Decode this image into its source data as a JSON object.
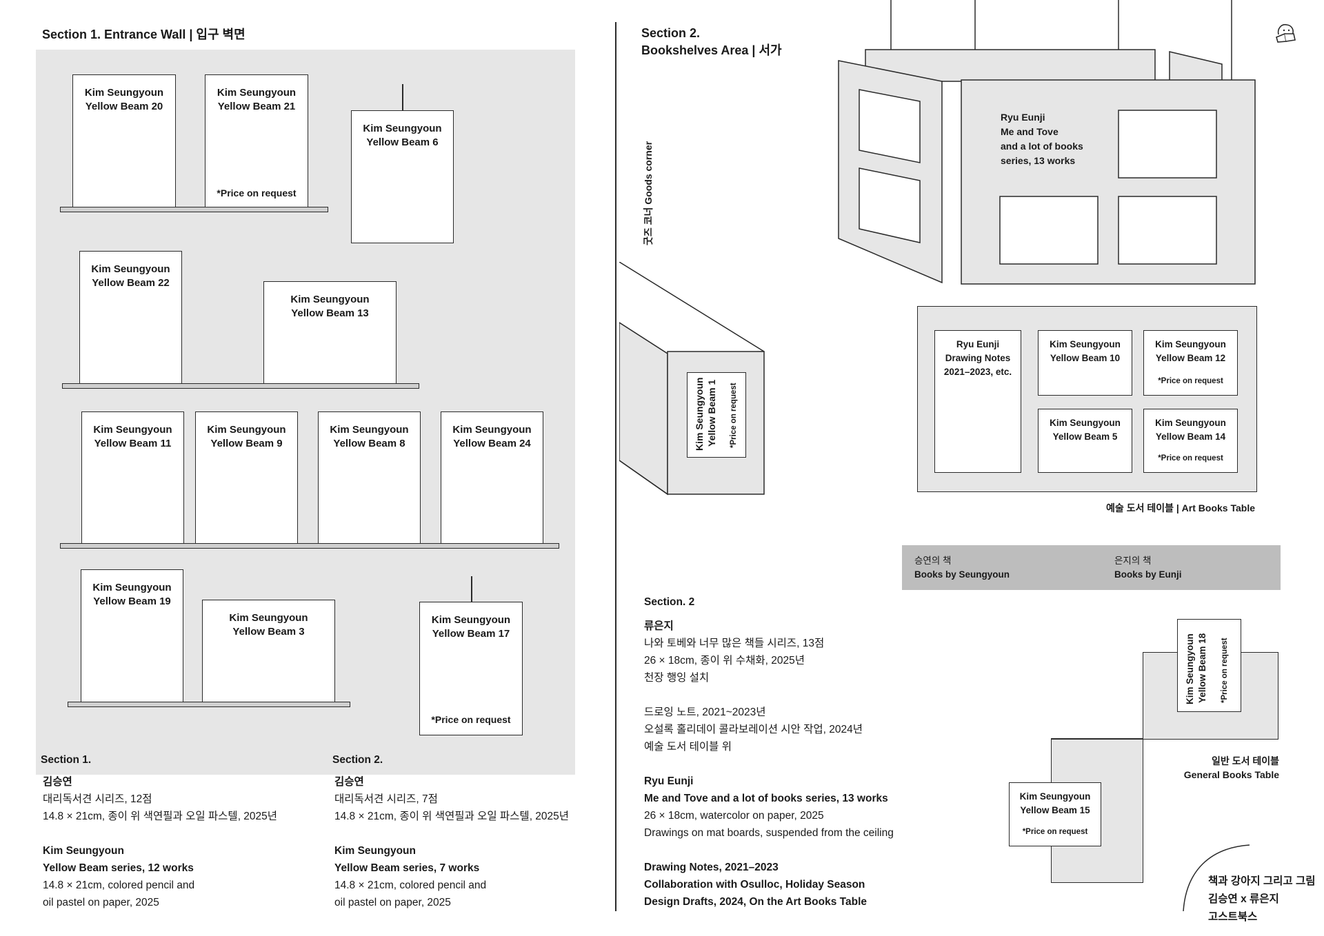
{
  "section1": {
    "heading": "Section 1. Entrance Wall | 입구 벽면",
    "works": [
      {
        "artist": "Kim Seungyoun",
        "title": "Yellow Beam 20"
      },
      {
        "artist": "Kim Seungyoun",
        "title": "Yellow Beam 21",
        "price": "*Price on request"
      },
      {
        "artist": "Kim Seungyoun",
        "title": "Yellow Beam 6"
      },
      {
        "artist": "Kim Seungyoun",
        "title": "Yellow Beam 22"
      },
      {
        "artist": "Kim Seungyoun",
        "title": "Yellow Beam 13"
      },
      {
        "artist": "Kim Seungyoun",
        "title": "Yellow Beam 11"
      },
      {
        "artist": "Kim Seungyoun",
        "title": "Yellow Beam 9"
      },
      {
        "artist": "Kim Seungyoun",
        "title": "Yellow Beam 8"
      },
      {
        "artist": "Kim Seungyoun",
        "title": "Yellow Beam 24"
      },
      {
        "artist": "Kim Seungyoun",
        "title": "Yellow Beam 19"
      },
      {
        "artist": "Kim Seungyoun",
        "title": "Yellow Beam 3"
      },
      {
        "artist": "Kim Seungyoun",
        "title": "Yellow Beam 17",
        "price": "*Price on request"
      }
    ],
    "caption1": {
      "heading": "Section 1.",
      "lines": [
        "김승연",
        "대리독서견 시리즈, 12점",
        "14.8 × 21cm, 종이 위 색연필과 오일 파스텔, 2025년",
        "",
        "Kim Seungyoun",
        "Yellow Beam series, 12 works",
        "14.8 × 21cm, colored pencil and",
        "oil pastel on paper, 2025"
      ]
    },
    "caption2": {
      "heading": "Section 2.",
      "lines": [
        "김승연",
        "대리독서견 시리즈, 7점",
        "14.8 × 21cm, 종이 위 색연필과 오일 파스텔, 2025년",
        "",
        "Kim Seungyoun",
        "Yellow Beam series, 7 works",
        "14.8 × 21cm, colored pencil and",
        "oil pastel on paper, 2025"
      ]
    }
  },
  "section2": {
    "heading_line1": "Section 2.",
    "heading_line2": "Bookshelves Area | 서가",
    "goods_corner": "굿즈 코너 Goods corner",
    "hanging_work": {
      "line1": "Ryu Eunji",
      "line2": "Me and Tove",
      "line3": "and a lot of books",
      "line4": "series, 13 works"
    },
    "yellow_beam_1": {
      "artist": "Kim Seungyoun",
      "title": "Yellow Beam 1",
      "price": "*Price on request"
    },
    "art_table_works": [
      {
        "artist": "Ryu Eunji",
        "title": "Drawing Notes",
        "extra": "2021–2023, etc."
      },
      {
        "artist": "Kim Seungyoun",
        "title": "Yellow Beam 10"
      },
      {
        "artist": "Kim Seungyoun",
        "title": "Yellow Beam 12",
        "price": "*Price on request"
      },
      {
        "artist": "Kim Seungyoun",
        "title": "Yellow Beam 5"
      },
      {
        "artist": "Kim Seungyoun",
        "title": "Yellow Beam 14",
        "price": "*Price on request"
      }
    ],
    "art_table_label": "예술 도서 테이블 | Art Books Table",
    "legend": {
      "left_ko": "승연의 책",
      "left_en": "Books by Seungyoun",
      "right_ko": "은지의 책",
      "right_en": "Books by Eunji"
    },
    "caption": {
      "heading": "Section. 2",
      "lines": [
        "류은지",
        "나와 토베와 너무 많은 책들 시리즈, 13점",
        "26 × 18cm, 종이 위 수채화, 2025년",
        "천장 행잉 설치",
        "",
        "드로잉 노트, 2021~2023년",
        "오설록 홀리데이 콜라보레이션 시안 작업, 2024년",
        "예술 도서 테이블 위",
        "",
        "Ryu Eunji",
        "Me and Tove and a lot of books series, 13 works",
        "26 × 18cm, watercolor on paper, 2025",
        "Drawings on mat boards, suspended from the ceiling",
        "",
        "Drawing Notes, 2021–2023",
        "Collaboration with Osulloc, Holiday Season",
        "Design Drafts, 2024, On the Art Books Table"
      ]
    },
    "yellow_beam_18": {
      "artist": "Kim Seungyoun",
      "title": "Yellow Beam 18",
      "price": "*Price on request"
    },
    "yellow_beam_15": {
      "artist": "Kim Seungyoun",
      "title": "Yellow Beam 15",
      "price": "*Price on request"
    },
    "general_table_label_ko": "일반 도서 테이블",
    "general_table_label_en": "General Books Table",
    "credits": [
      "책과 강아지 그리고 그림",
      "김승연 x 류은지",
      "고스트북스"
    ]
  },
  "colors": {
    "wall": "#e6e6e6",
    "legend": "#bdbdbd",
    "line": "#2a2a2a"
  },
  "icons": [
    "reader-icon"
  ]
}
